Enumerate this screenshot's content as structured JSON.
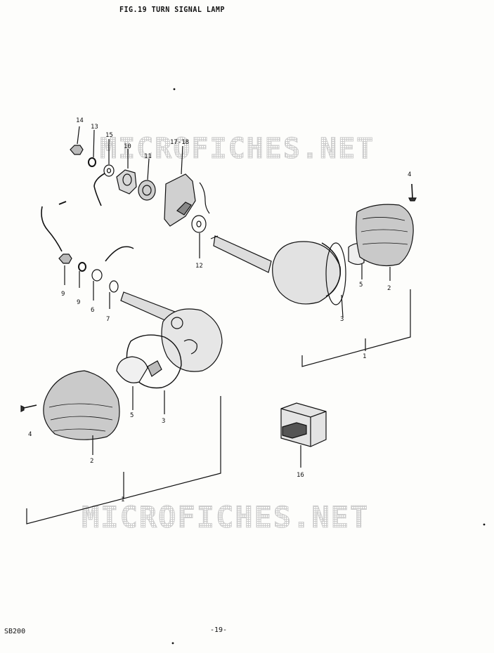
{
  "title": "FIG.19  TURN SIGNAL LAMP",
  "watermark": "MICROFICHES.NET",
  "footer": {
    "model": "SB200",
    "page": "-19-"
  },
  "labels": {
    "l14": "14",
    "l13": "13",
    "l15": "15",
    "l10": "10",
    "l11": "11",
    "l17_18": "17-18",
    "l12": "12",
    "l4a": "4",
    "l9a": "9",
    "l9b": "9",
    "l6": "6",
    "l7": "7",
    "l3a": "3",
    "l5a": "5",
    "l2a": "2",
    "l1a": "1",
    "l5b": "5",
    "l3b": "3",
    "l4b": "4",
    "l2b": "2",
    "l1b": "1",
    "l16": "16"
  }
}
